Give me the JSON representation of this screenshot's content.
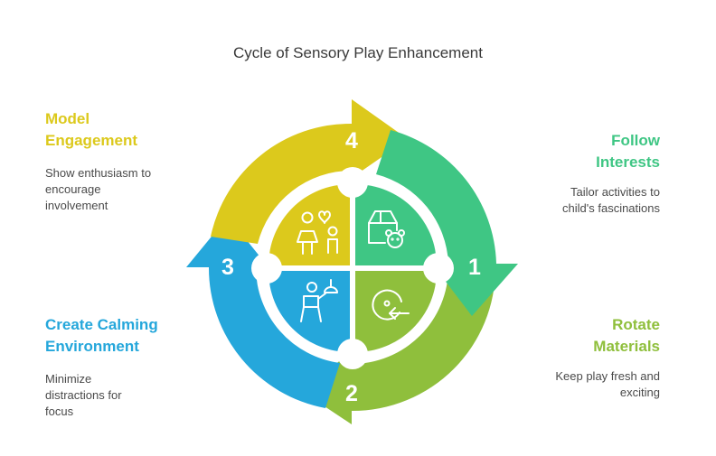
{
  "title": "Cycle of Sensory Play Enhancement",
  "colors": {
    "step1": "#3fc684",
    "step2": "#8fbf3c",
    "step3": "#25a7db",
    "step4": "#dcc91c"
  },
  "steps": [
    {
      "number": "1",
      "title_line1": "Follow",
      "title_line2": "Interests",
      "desc_line1": "Tailor activities to",
      "desc_line2": "child's fascinations",
      "icon": "toy-box-icon"
    },
    {
      "number": "2",
      "title_line1": "Rotate",
      "title_line2": "Materials",
      "desc_line1": "Keep play fresh and",
      "desc_line2": "exciting",
      "icon": "rotate-arrow-icon"
    },
    {
      "number": "3",
      "title_line1": "Create Calming",
      "title_line2": "Environment",
      "desc_line1": "Minimize",
      "desc_line2": "distractions for",
      "desc_line3": "focus",
      "icon": "child-chair-lamp-icon"
    },
    {
      "number": "4",
      "title_line1": "Model",
      "title_line2": "Engagement",
      "desc_line1": "Show enthusiasm to",
      "desc_line2": "encourage",
      "desc_line3": "involvement",
      "icon": "parent-child-icon"
    }
  ]
}
